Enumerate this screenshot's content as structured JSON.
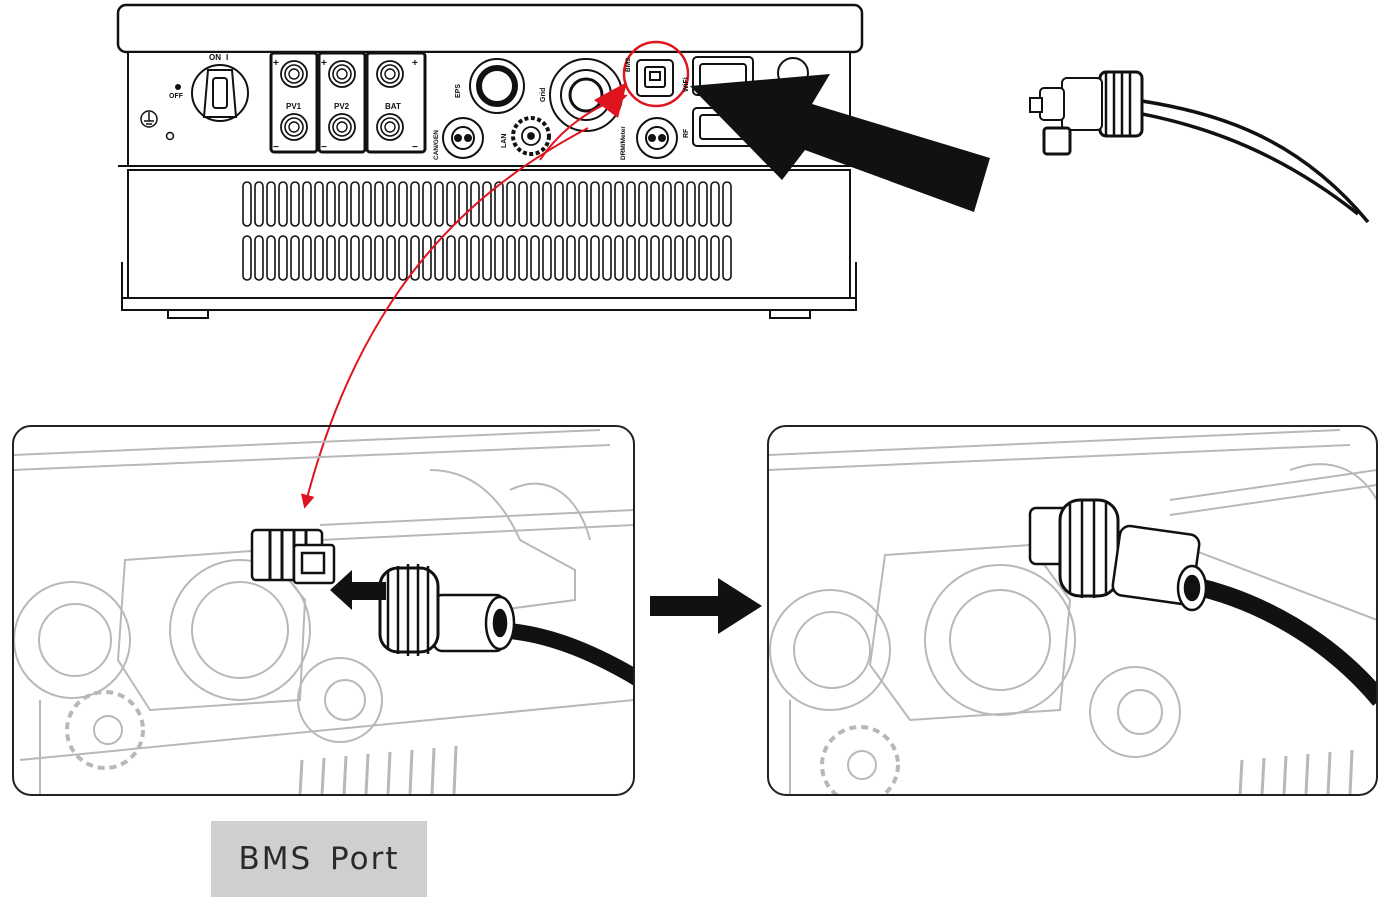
{
  "caption": {
    "text": "BMS Port",
    "background": "#cfcfcf"
  },
  "inverter": {
    "switch_on": "ON",
    "switch_on_mark": "I",
    "switch_off": "OFF",
    "ports": {
      "pv1": "PV1",
      "pv2": "PV2",
      "bat": "BAT",
      "eps": "EPS",
      "grid": "Grid",
      "bms": "BMS",
      "wifi": "WiFi",
      "can_gen": "CAN/GEN",
      "lan": "LAN",
      "drm_meter": "DRM/Meter",
      "rf": "RF"
    },
    "plus": "+",
    "minus": "−"
  },
  "colors": {
    "highlight": "#e0141e",
    "line": "#111111",
    "panel_border": "#222222",
    "faded": "#b5b5b5"
  }
}
